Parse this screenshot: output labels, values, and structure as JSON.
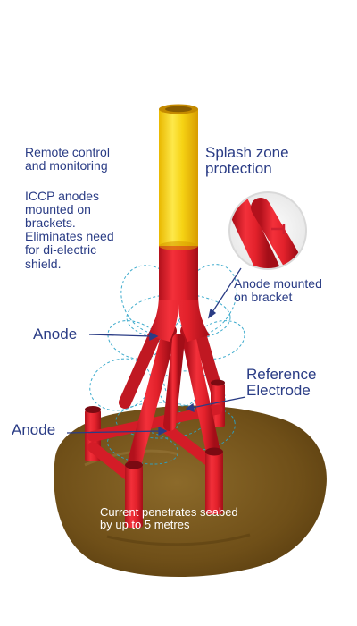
{
  "labels": {
    "remote_control": [
      "Remote control",
      "and monitoring"
    ],
    "iccp_anodes": [
      "ICCP anodes",
      "mounted on",
      "brackets.",
      "Eliminates need",
      "for di-electric",
      "shield."
    ],
    "splash_zone": [
      "Splash zone",
      "protection"
    ],
    "anode_bracket": [
      "Anode mounted",
      "on bracket"
    ],
    "anode_upper": "Anode",
    "reference_electrode": [
      "Reference",
      "Electrode"
    ],
    "anode_lower": "Anode",
    "seabed": [
      "Current penetrates seabed",
      "by up to 5 metres"
    ]
  },
  "colors": {
    "label_text": "#2a3c85",
    "pipe_yellow": "#f5d20f",
    "pipe_red": "#e2212b",
    "seabed_brown": "#7b5a1e",
    "current_lines": "#2aa3c8",
    "leader_lines": "#2a3c85"
  },
  "icons": [
    "anode-detail-inset",
    "cathodic-protection-jacket"
  ]
}
